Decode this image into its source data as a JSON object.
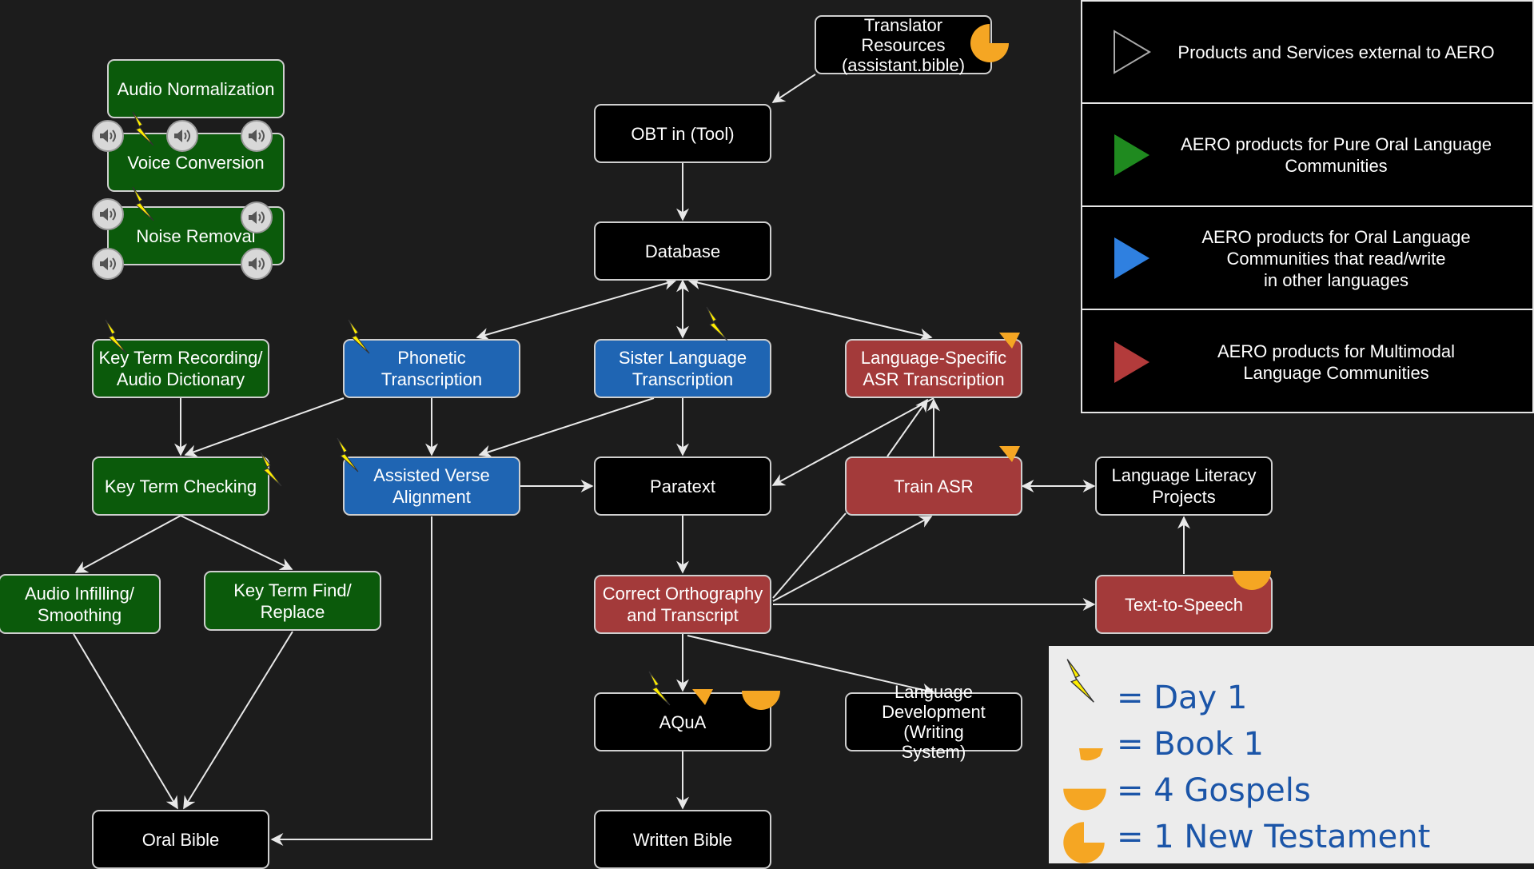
{
  "nodes": {
    "audio_normalization": "Audio Normalization",
    "voice_conversion": "Voice Conversion",
    "noise_removal": "Noise Removal",
    "key_term_recording": "Key Term Recording/\nAudio Dictionary",
    "key_term_checking": "Key Term Checking",
    "audio_infilling": "Audio Infilling/\nSmoothing",
    "key_term_find": "Key Term Find/\nReplace",
    "oral_bible": "Oral Bible",
    "phonetic_transcription": "Phonetic\nTranscription",
    "assisted_verse_alignment": "Assisted Verse\nAlignment",
    "translator_resources": "Translator\nResources\n(assistant.bible)",
    "obt_tool": "OBT in (Tool)",
    "database": "Database",
    "sister_language": "Sister Language\nTranscription",
    "paratext": "Paratext",
    "correct_orthography": "Correct Orthography\nand Transcript",
    "aqua": "AQuA",
    "written_bible": "Written Bible",
    "language_specific_asr": "Language-Specific\nASR Transcription",
    "train_asr": "Train ASR",
    "language_development": "Language\nDevelopment (Writing\nSystem)",
    "language_literacy": "Language Literacy\nProjects",
    "text_to_speech": "Text-to-Speech"
  },
  "legend": [
    {
      "label": "Products and Services external to AERO",
      "color": "#000000"
    },
    {
      "label": "AERO products for Pure Oral Language\nCommunities",
      "color": "#1f8a1f"
    },
    {
      "label": "AERO products for Oral Language\nCommunities that read/write\nin other languages",
      "color": "#2f80e0"
    },
    {
      "label": "AERO products for Multimodal\nLanguage Communities",
      "color": "#b33b3b"
    }
  ],
  "key": {
    "day1": "= Day 1",
    "book1": "= Book 1",
    "gospels": "= 4 Gospels",
    "nt": "= 1 New Testament"
  },
  "icons": {
    "milestone_day": "lightning-icon",
    "milestone_book": "small-wedge-icon",
    "milestone_gospels": "half-circle-icon",
    "milestone_nt": "pacman-circle-icon",
    "audio": "speaker-icon"
  },
  "colors": {
    "green": "#0b5a0b",
    "blue": "#1f65b3",
    "red": "#a33a3a",
    "milestone": "#f5a623",
    "lightning": "#ffee00"
  }
}
